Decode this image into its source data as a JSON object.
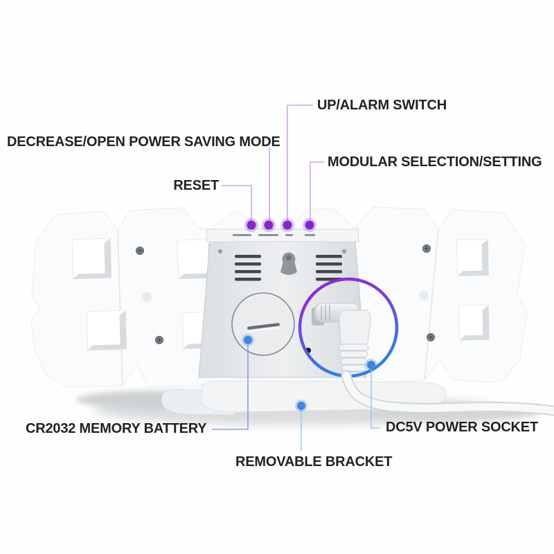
{
  "subject": "3d-led-digital-clock-back-view-annotated",
  "callouts": {
    "up_alarm_switch": {
      "label": "UP/ALARM SWITCH"
    },
    "decrease_power_saving": {
      "label": "DECREASE/OPEN POWER SAVING MODE"
    },
    "modular_selection": {
      "label": "MODULAR SELECTION/SETTING"
    },
    "reset": {
      "label": "RESET"
    },
    "cr2032_battery": {
      "label": "CR2032 MEMORY BATTERY"
    },
    "dc5v_socket": {
      "label": "DC5V POWER SOCKET"
    },
    "removable_bracket": {
      "label": "REMOVABLE BRACKET"
    }
  },
  "button_markers": {
    "count": 4,
    "micro_labels_legible": false
  },
  "colors": {
    "callout_top_line": "#cda7e0",
    "callout_top_dot": "#8326c9",
    "callout_bottom_line": "#a6c6ec",
    "callout_bottom_dot": "#3f86da",
    "callout_battery_line": "#8f9be4",
    "highlight_ring_top": "#9b1fd4",
    "highlight_ring_bottom": "#2f80e0",
    "label_color": "#222222"
  }
}
